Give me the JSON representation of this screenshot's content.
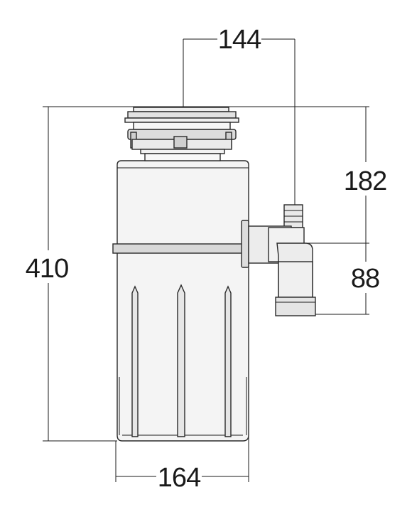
{
  "dimensions": {
    "top_width": "144",
    "total_height": "410",
    "upper_height": "182",
    "outlet_height": "88",
    "bottom_width": "164"
  },
  "colors": {
    "line": "#1a1a1a",
    "body_fill": "#f4f4f4",
    "band_fill": "#d8d8d8",
    "fitting_fill": "#ececec"
  }
}
